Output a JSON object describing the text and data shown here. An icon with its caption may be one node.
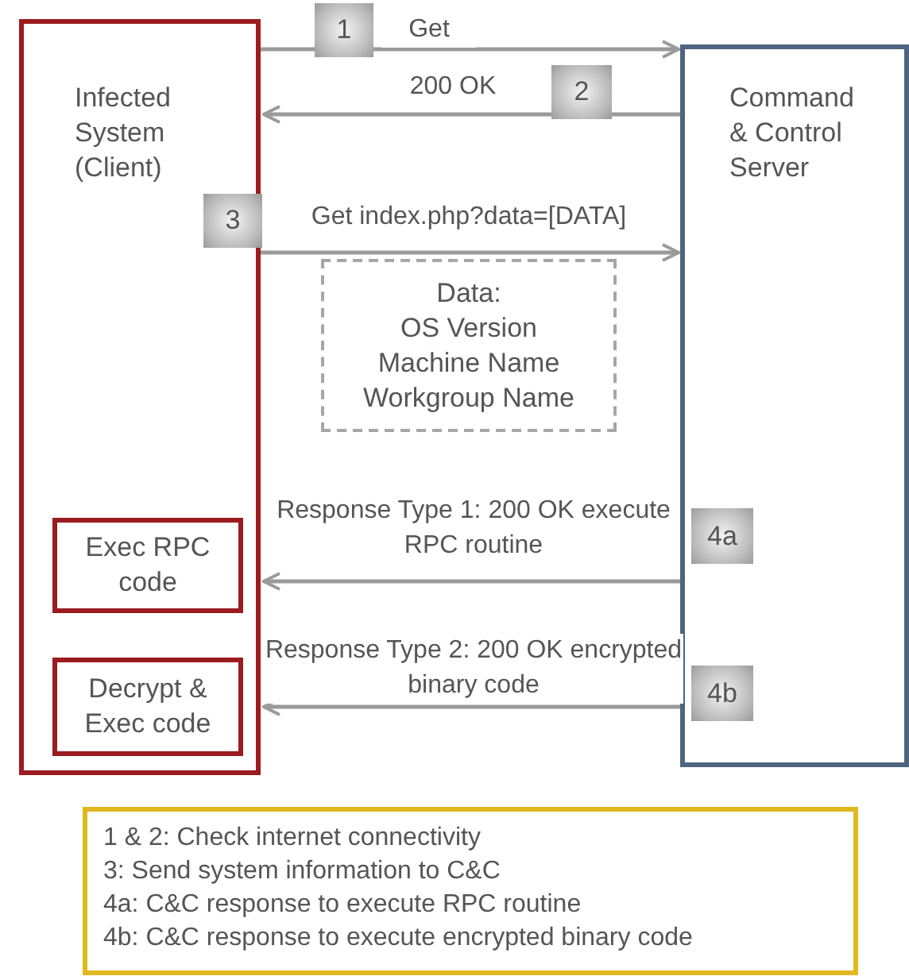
{
  "diagram": {
    "nodes": [
      {
        "text": [
          "Infected System (Client)"
        ]
      },
      {
        "text": [
          "Exec RPC code"
        ],
        "in": 0
      },
      {
        "text": [
          "Decrypt & Exec code"
        ],
        "in": 0
      },
      {
        "text": [
          "Command & Control Server"
        ]
      },
      {
        "text": [
          "Data:",
          "OS Version",
          "Machine Name",
          "Workgroup Name"
        ]
      },
      {
        "text": [
          "1 & 2: Check internet connectivity",
          "3: Send system information to C&C",
          "4a: C&C response to execute RPC routine",
          "4b: C&C response to execute encrypted binary code"
        ]
      }
    ],
    "edges": [
      {
        "from": 0,
        "to": 3,
        "arrow": "to",
        "label": "Get"
      },
      {
        "from": 3,
        "to": 0,
        "arrow": "to",
        "label": "200 OK"
      },
      {
        "from": 0,
        "to": 3,
        "arrow": "to",
        "label": "Get index.php?data=[DATA]"
      },
      {
        "from": 3,
        "to": 0,
        "arrow": "to",
        "label": "Response Type 1: 200 OK execute RPC routine"
      },
      {
        "from": 3,
        "to": 0,
        "arrow": "to",
        "label": "Response Type 2: 200 OK encrypted binary code"
      }
    ],
    "labels": [
      "1",
      "2",
      "3",
      "4a",
      "4b"
    ]
  }
}
